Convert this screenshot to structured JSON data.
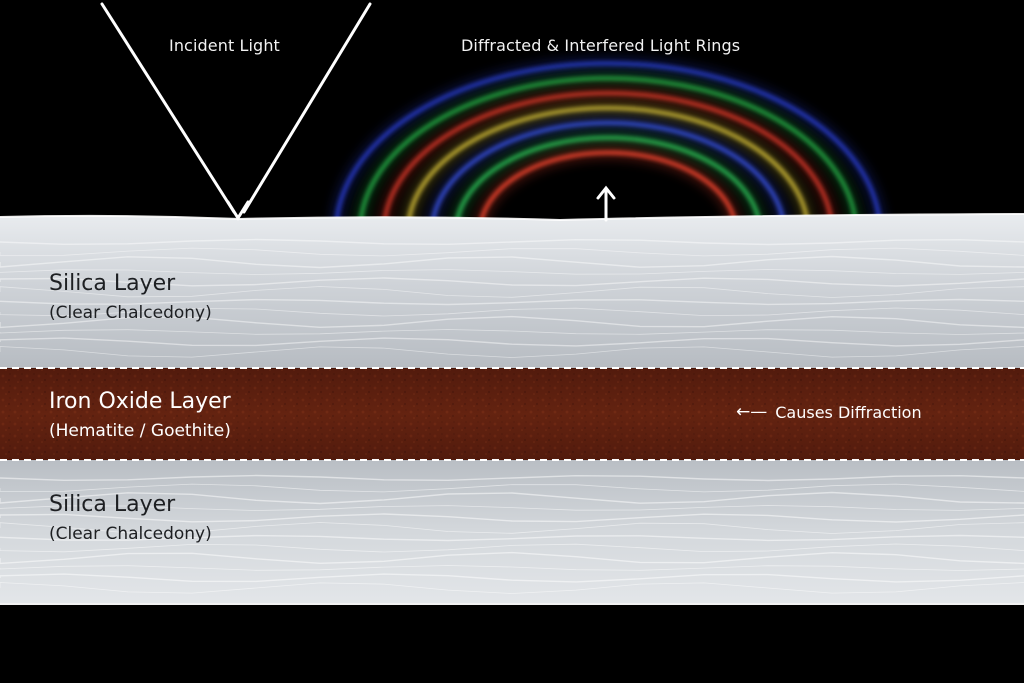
{
  "labels": {
    "incident": "Incident Light",
    "rings": "Diffracted & Interfered Light Rings",
    "callout": "Causes Diffraction",
    "callout_arrow": "←—"
  },
  "layers": [
    {
      "name": "Silica Layer",
      "sub": "(Clear Chalcedony)",
      "kind": "silica"
    },
    {
      "name": "Iron Oxide Layer",
      "sub": "(Hematite / Goethite)",
      "kind": "oxide"
    },
    {
      "name": "Silica Layer",
      "sub": "(Clear Chalcedony)",
      "kind": "silica"
    }
  ],
  "colors": {
    "background": "#000000",
    "silica": "#c9cdd2",
    "oxide": "#5a1f10",
    "ring_colors": [
      "#2a3fd6",
      "#27b24a",
      "#e03a2a",
      "#d9c23a",
      "#3a54e8",
      "#2fc45a",
      "#ff4a30"
    ]
  },
  "icons": {
    "incident_rays": "v-shaped-light-rays-icon",
    "up_arrow": "up-arrow-icon",
    "left_arrow": "left-arrow-icon"
  }
}
